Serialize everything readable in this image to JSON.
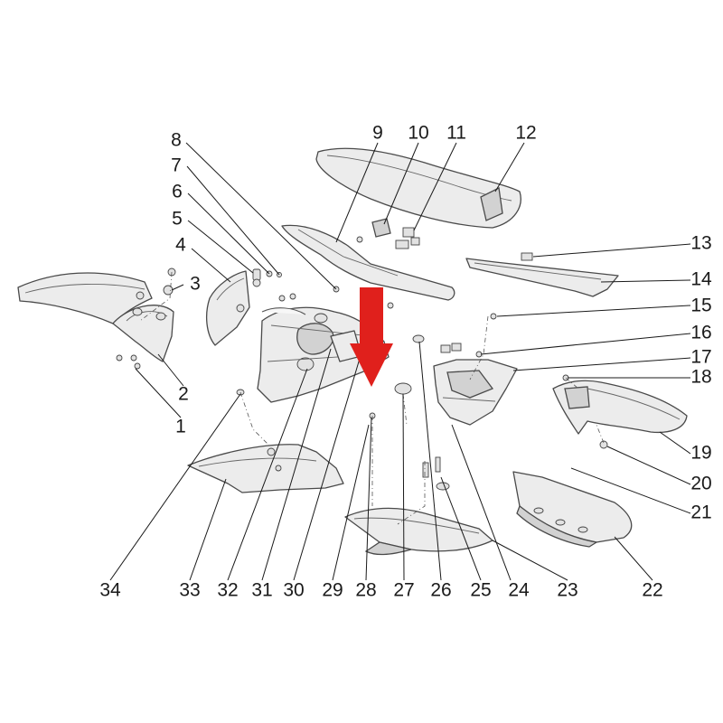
{
  "callouts": [
    {
      "id": "1",
      "label": "1"
    },
    {
      "id": "2",
      "label": "2"
    },
    {
      "id": "3",
      "label": "3"
    },
    {
      "id": "4",
      "label": "4"
    },
    {
      "id": "5",
      "label": "5"
    },
    {
      "id": "6",
      "label": "6"
    },
    {
      "id": "7",
      "label": "7"
    },
    {
      "id": "8",
      "label": "8"
    },
    {
      "id": "9",
      "label": "9"
    },
    {
      "id": "10",
      "label": "10"
    },
    {
      "id": "11",
      "label": "11"
    },
    {
      "id": "12",
      "label": "12"
    },
    {
      "id": "13",
      "label": "13"
    },
    {
      "id": "14",
      "label": "14"
    },
    {
      "id": "15",
      "label": "15"
    },
    {
      "id": "16",
      "label": "16"
    },
    {
      "id": "17",
      "label": "17"
    },
    {
      "id": "18",
      "label": "18"
    },
    {
      "id": "19",
      "label": "19"
    },
    {
      "id": "20",
      "label": "20"
    },
    {
      "id": "21",
      "label": "21"
    },
    {
      "id": "22",
      "label": "22"
    },
    {
      "id": "23",
      "label": "23"
    },
    {
      "id": "24",
      "label": "24"
    },
    {
      "id": "25",
      "label": "25"
    },
    {
      "id": "26",
      "label": "26"
    },
    {
      "id": "27",
      "label": "27"
    },
    {
      "id": "28",
      "label": "28"
    },
    {
      "id": "29",
      "label": "29"
    },
    {
      "id": "30",
      "label": "30"
    },
    {
      "id": "31",
      "label": "31"
    },
    {
      "id": "32",
      "label": "32"
    },
    {
      "id": "33",
      "label": "33"
    },
    {
      "id": "34",
      "label": "34"
    }
  ],
  "highlight": {
    "target_callout": "28",
    "color": "#e0201c"
  }
}
